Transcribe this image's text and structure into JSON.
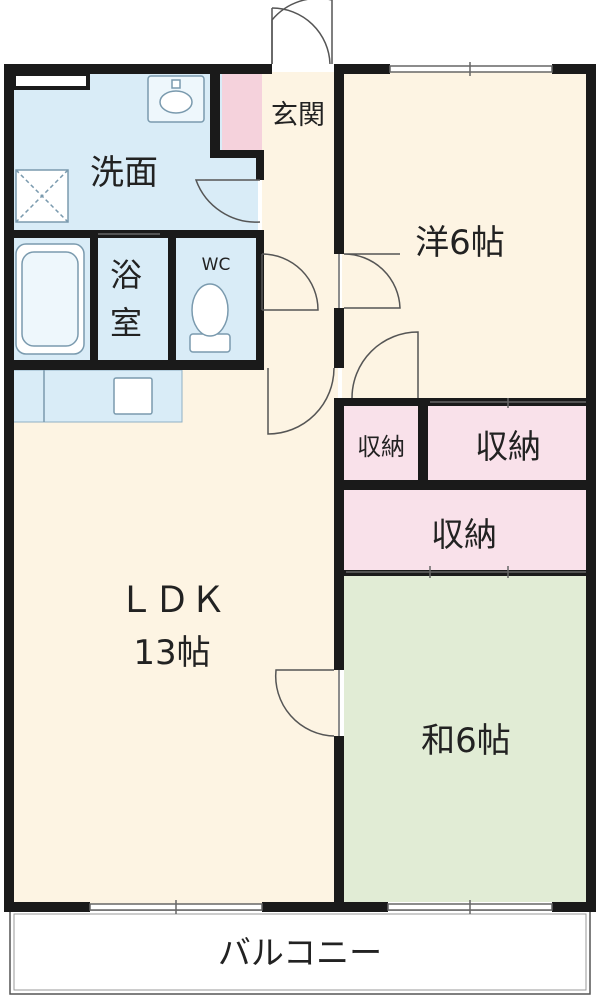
{
  "rooms": {
    "washroom": "洗面",
    "bath": "浴\n室",
    "wc": "WC",
    "entrance": "玄関",
    "western": "洋6帖",
    "storage_small": "収納",
    "storage_right": "収納",
    "storage_long": "収納",
    "ldk_name": "ＬＤＫ",
    "ldk_size": "13帖",
    "japanese": "和6帖",
    "balcony": "バルコニー"
  },
  "colors": {
    "wall": "#1a1a1a",
    "wet_area": "#d9ecf7",
    "living_floor": "#fdf4e3",
    "storage": "#f9e1ea",
    "tatami": "#e1ecd5",
    "entrance_tile": "#f5d2dc"
  }
}
